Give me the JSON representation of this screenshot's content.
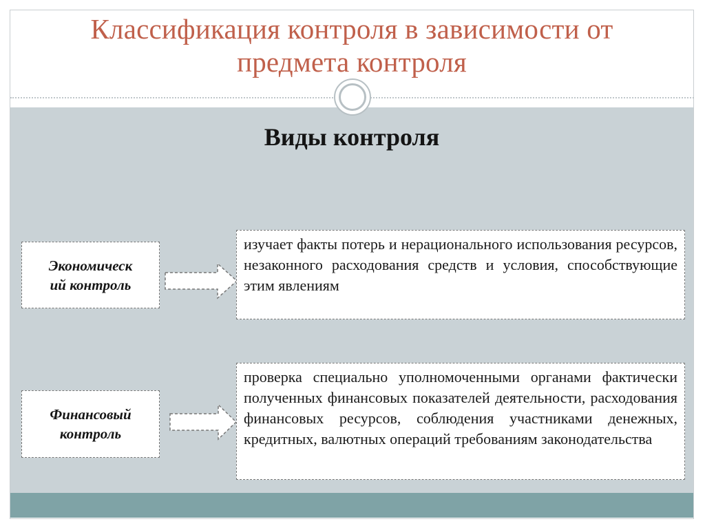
{
  "slide": {
    "title_lines": [
      "Классификация контроля в зависимости от",
      "предмета контроля"
    ],
    "heading": "Виды контроля"
  },
  "diagram": {
    "rows": [
      {
        "term_lines": [
          "Экономическ",
          "ий контроль"
        ],
        "definition": "изучает факты потерь и нерационального использования ресурсов, незаконного расходования средств и условия, способствующие этим явлениям"
      },
      {
        "term_lines": [
          "Финансовый",
          "контроль"
        ],
        "definition": "проверка специально уполномоченными органами фактически полученных финансовых показателей деятельности, расходования финансовых ресурсов, соблюдения участниками денежных, кредитных, валютных операций требованиям законодательства"
      }
    ]
  },
  "colors": {
    "title": "#c0604b",
    "panel": "#c9d2d6",
    "footer": "#7fa3a6"
  }
}
